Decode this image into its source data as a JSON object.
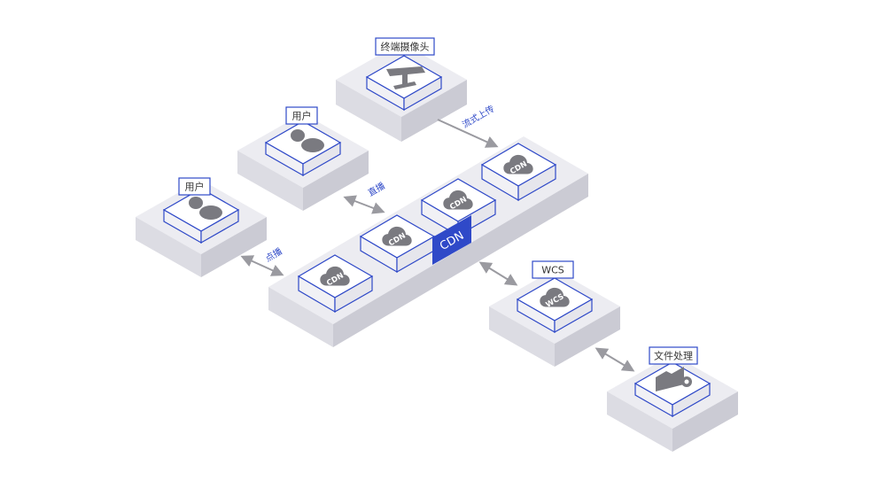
{
  "nodes": {
    "camera": {
      "label": "终端摄像头",
      "icon": "camera-icon"
    },
    "user_top": {
      "label": "用户",
      "icon": "user-icon"
    },
    "user_left": {
      "label": "用户",
      "icon": "user-icon"
    },
    "cdn_platform": {
      "label": "CDN",
      "tiles": [
        {
          "text": "CDN",
          "icon": "cloud-icon"
        },
        {
          "text": "CDN",
          "icon": "cloud-icon"
        },
        {
          "text": "CDN",
          "icon": "cloud-icon"
        },
        {
          "text": "CDN",
          "icon": "cloud-icon"
        }
      ]
    },
    "wcs": {
      "label": "WCS",
      "icon_text": "WCS",
      "icon": "cloud-icon"
    },
    "file_processing": {
      "label": "文件处理",
      "icon": "folder-gear-icon"
    }
  },
  "edges": {
    "stream_upload": "流式上传",
    "live": "直播",
    "vod": "点播"
  },
  "colors": {
    "accent": "#2f49c8",
    "platform_top": "#ececf1",
    "platform_left": "#dcdce3",
    "platform_right": "#cbcbd4",
    "icon_gray": "#7a7a80",
    "arrow_gray": "#9a9aa0"
  }
}
